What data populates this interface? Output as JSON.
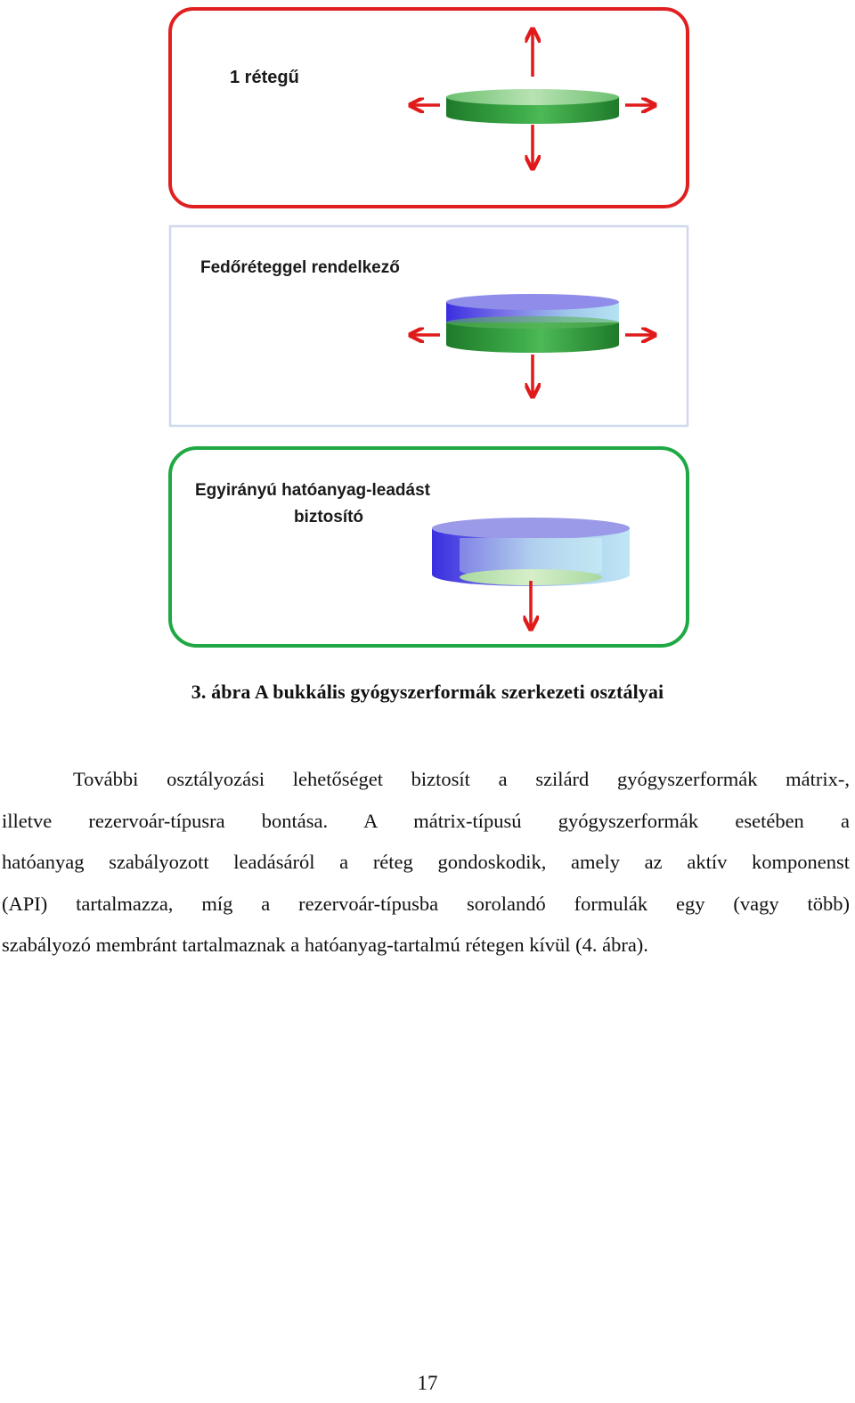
{
  "figure": {
    "panels": [
      {
        "title": "1 rétegű",
        "border_color": "#e02020"
      },
      {
        "title": "Fedőréteggel rendelkező",
        "border_color": "#cfd8ec"
      },
      {
        "title_line1": "Egyirányú hatóanyag-leadást",
        "title_line2": "biztosító",
        "border_color": "#1fa844"
      }
    ],
    "colors": {
      "arrow": "#e01a1a",
      "green_layer": "#2e9a3a",
      "blue_layer": "#5a5de6",
      "light_blue": "#a8d8ec"
    },
    "caption": "3. ábra A bukkális gyógyszerformák szerkezeti osztályai"
  },
  "body": {
    "lines": [
      "További osztályozási lehetőséget biztosít a szilárd gyógyszerformák mátrix-,",
      "illetve rezervoár-típusra bontása. A mátrix-típusú gyógyszerformák esetében a",
      "hatóanyag szabályozott leadásáról a réteg gondoskodik, amely az aktív komponenst",
      "(API) tartalmazza, míg a rezervoár-típusba sorolandó formulák egy (vagy több)",
      "szabályozó membránt tartalmaznak a hatóanyag-tartalmú rétegen kívül (4. ábra)."
    ]
  },
  "page_number": "17"
}
